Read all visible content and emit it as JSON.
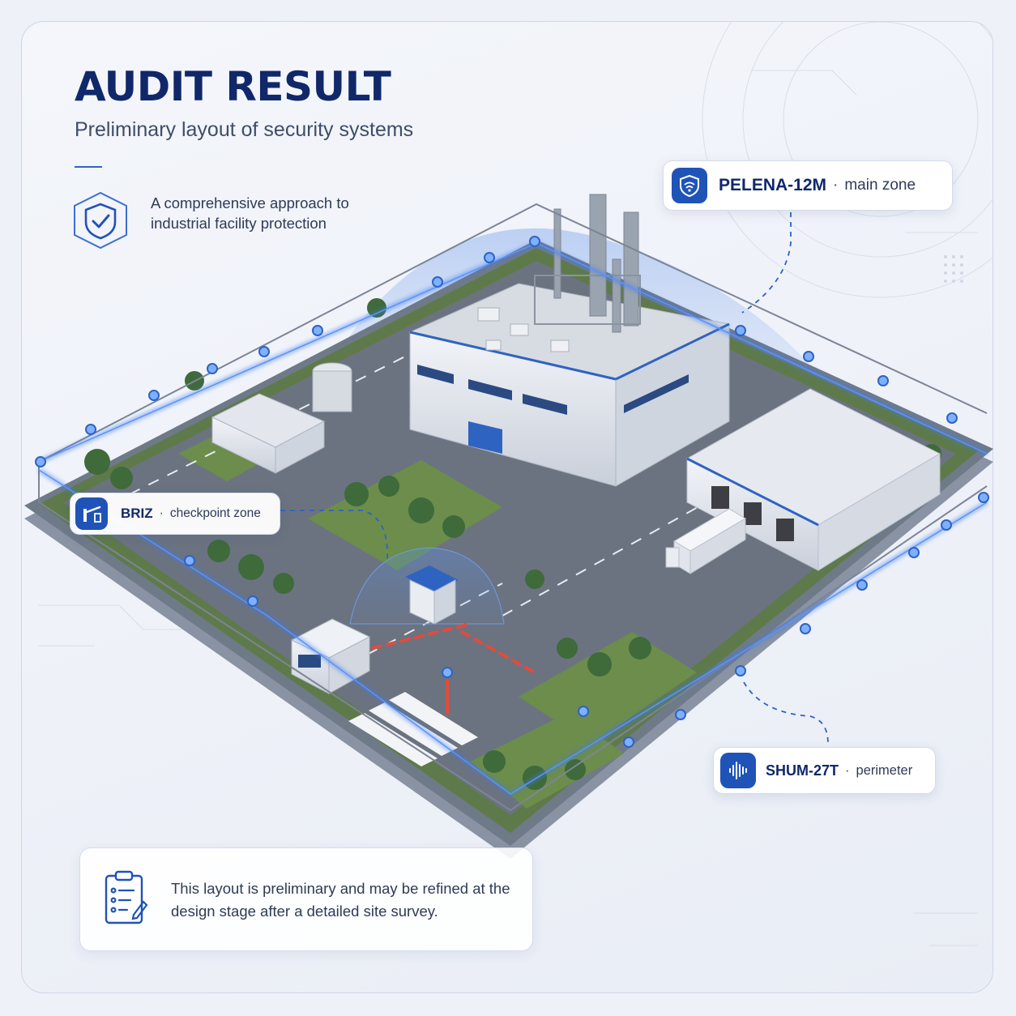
{
  "header": {
    "title": "AUDIT RESULT",
    "subtitle": "Preliminary layout of security systems"
  },
  "intro": {
    "icon": "shield-check-icon",
    "text": "A comprehensive approach to industrial facility protection"
  },
  "callouts": {
    "pelena": {
      "icon": "shield-signal-icon",
      "name": "PELENA-12M",
      "separator": "·",
      "zone": "main zone"
    },
    "briz": {
      "icon": "barrier-gate-icon",
      "name": "BRIZ",
      "separator": "·",
      "zone": "checkpoint zone"
    },
    "shum": {
      "icon": "sound-wave-icon",
      "name": "SHUM-27T",
      "separator": "·",
      "zone": "perimeter"
    }
  },
  "note": {
    "icon": "clipboard-checklist-icon",
    "text": "This layout is preliminary and may be refined at the design stage after a detailed site survey."
  },
  "colors": {
    "accent": "#1f53b8",
    "title": "#10286a",
    "perimeter_glow": "#3d7cf0",
    "background": "#eef1f7"
  }
}
